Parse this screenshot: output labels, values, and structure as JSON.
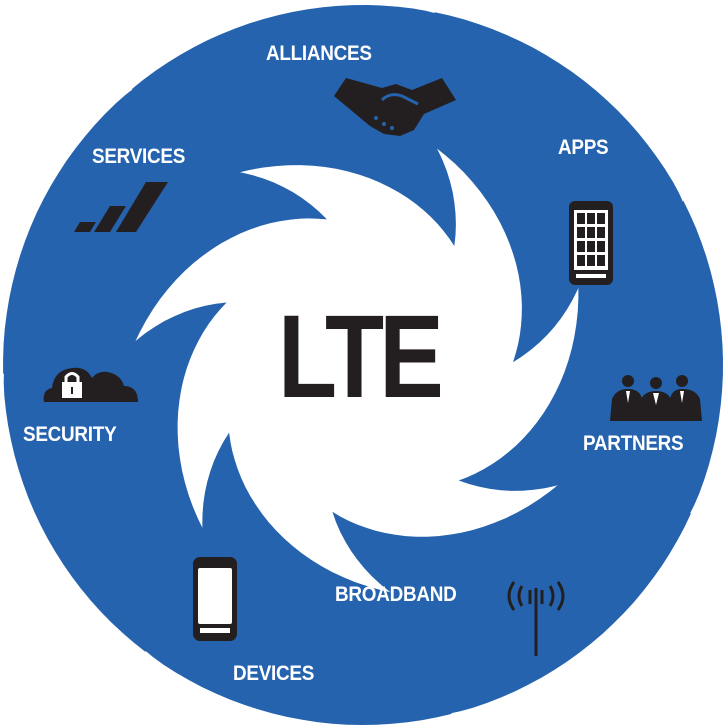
{
  "center_label": "LTE",
  "colors": {
    "blade": "#2563ae",
    "icon": "#231f20",
    "text": "#ffffff"
  },
  "segments": [
    {
      "label": "ALLIANCES",
      "icon": "handshake-icon"
    },
    {
      "label": "APPS",
      "icon": "smartphone-apps-icon"
    },
    {
      "label": "PARTNERS",
      "icon": "people-icon"
    },
    {
      "label": "BROADBAND",
      "icon": "antenna-icon"
    },
    {
      "label": "DEVICES",
      "icon": "smartphone-icon"
    },
    {
      "label": "SECURITY",
      "icon": "cloud-lock-icon"
    },
    {
      "label": "SERVICES",
      "icon": "signal-bars-icon"
    }
  ]
}
